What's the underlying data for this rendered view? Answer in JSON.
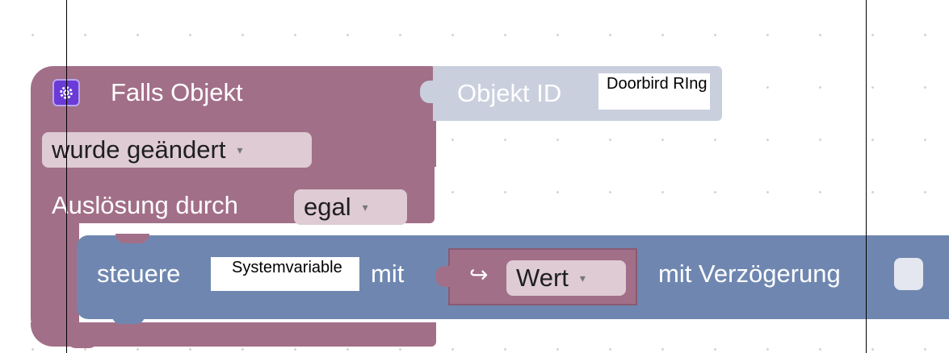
{
  "trigger": {
    "title": "Falls Objekt",
    "icon": "gear-icon",
    "change_dropdown": "wurde geändert",
    "trigger_label": "Auslösung durch",
    "trigger_dropdown": "egal",
    "dropdown_arrow": "▾"
  },
  "object": {
    "label": "Objekt ID",
    "value": "Doorbird RIng"
  },
  "control": {
    "label": "steuere",
    "variable": "Systemvariable",
    "with_label": "mit",
    "value_arrow": "↪",
    "value_dropdown": "Wert",
    "delay_label": "mit Verzögerung"
  },
  "colors": {
    "trigger_block": "#a26f88",
    "object_block": "#c9cfdd",
    "control_block": "#6f87b0",
    "gear_box": "#6a3bd6"
  }
}
